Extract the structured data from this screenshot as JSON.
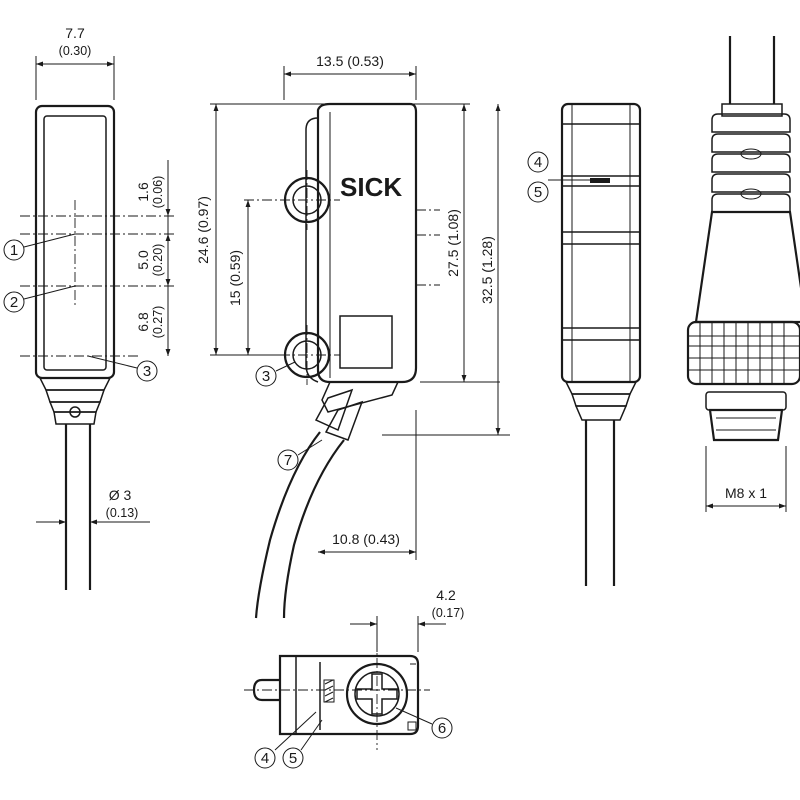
{
  "brand": "SICK",
  "dimensions": {
    "width_front": "7.7",
    "width_front_in": "(0.30)",
    "d_1_6": "1.6",
    "d_1_6_in": "(0.06)",
    "d_5_0": "5.0",
    "d_5_0_in": "(0.20)",
    "d_6_8": "6.8",
    "d_6_8_in": "(0.27)",
    "cable_dia": "Ø 3",
    "cable_dia_in": "(0.13)",
    "width_side": "13.5 (0.53)",
    "h_24_6": "24.6 (0.97)",
    "h_15": "15 (0.59)",
    "h_27_5": "27.5 (1.08)",
    "h_32_5": "32.5 (1.28)",
    "w_10_8": "10.8 (0.43)",
    "d_4_2": "4.2",
    "d_4_2_in": "(0.17)",
    "connector": "M8 x 1"
  },
  "callouts": {
    "c1": "1",
    "c2": "2",
    "c3a": "3",
    "c3b": "3",
    "c4a": "4",
    "c5a": "5",
    "c4b": "4",
    "c5b": "5",
    "c6": "6",
    "c7": "7"
  }
}
